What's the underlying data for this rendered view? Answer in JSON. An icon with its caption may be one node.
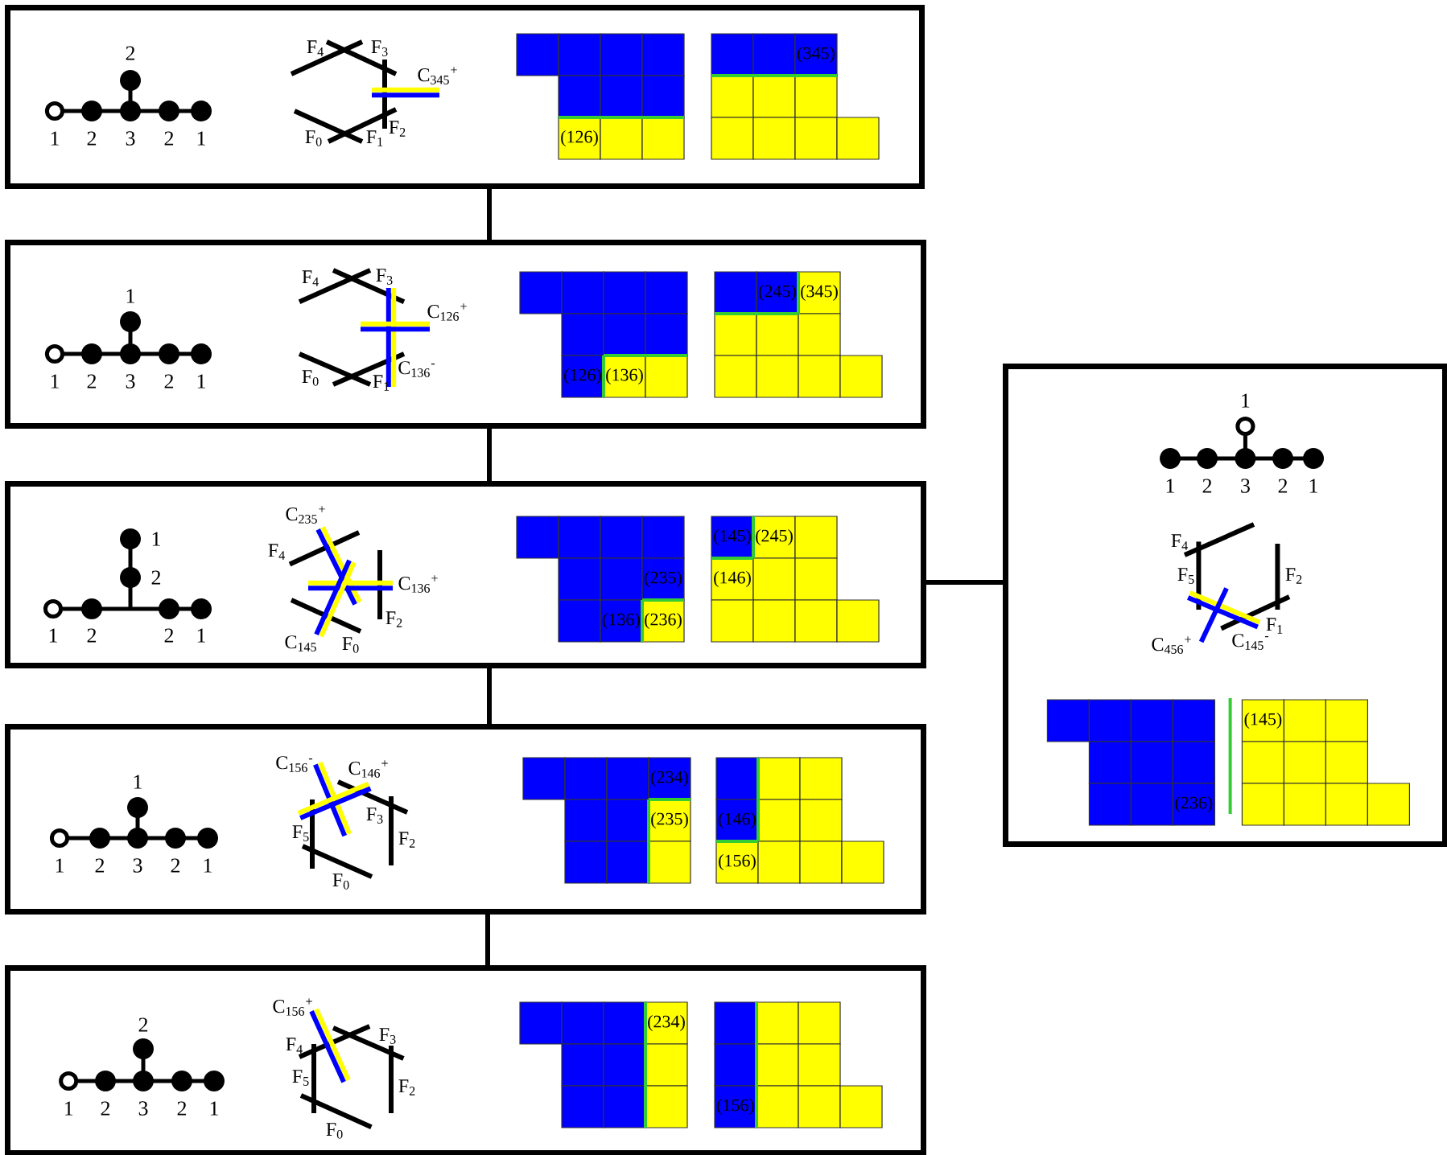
{
  "diagram": {
    "nodes": [
      {
        "text": [
          "2",
          "1",
          "2",
          "3",
          "2",
          "1",
          "F$_{4}$",
          "F$_{3}$",
          "C$_{345}$$^{+}$",
          "F$_{2}$",
          "F$_{0}$",
          "F$_{1}$",
          "(126)",
          "(345)"
        ]
      },
      {
        "text": [
          "1",
          "1",
          "2",
          "3",
          "2",
          "1",
          "F$_{4}$",
          "F$_{3}$",
          "C$_{126}$$^{+}$",
          "C$_{136}$$^{-}$",
          "F$_{0}$",
          "F$_{1}$",
          "(126)",
          "(136)",
          "(245)",
          "(345)"
        ]
      },
      {
        "text": [
          "1",
          "2",
          "1",
          "2",
          "2",
          "1",
          "C$_{235}$$^{+}$",
          "F$_{4}$",
          "C$_{136}$$^{+}$",
          "F$_{2}$",
          "C$_{145}$",
          "F$_{0}$",
          "(235)",
          "(136)",
          "(236)",
          "(145)",
          "(245)",
          "(146)"
        ]
      },
      {
        "text": [
          "1",
          "1",
          "2",
          "3",
          "2",
          "1",
          "C$_{156}$$^{-}$",
          "C$_{146}$$^{+}$",
          "F$_{3}$",
          "F$_{5}$",
          "F$_{2}$",
          "F$_{0}$",
          "(234)",
          "(235)",
          "(146)",
          "(156)"
        ]
      },
      {
        "text": [
          "2",
          "1",
          "2",
          "3",
          "2",
          "1",
          "C$_{156}$$^{+}$",
          "F$_{3}$",
          "F$_{4}$",
          "F$_{5}$",
          "F$_{2}$",
          "F$_{0}$",
          "(234)",
          "(156)"
        ]
      },
      {
        "text": [
          "1",
          "1",
          "2",
          "3",
          "2",
          "1",
          "F$_{4}$",
          "F$_{5}$",
          "F$_{2}$",
          "F$_{1}$",
          "C$_{456}$$^{+}$",
          "C$_{145}$$^{-}$",
          "(236)",
          "(145)"
        ]
      }
    ],
    "edges": [
      {
        "from": 0,
        "to": 1,
        "arrow": "none"
      },
      {
        "from": 1,
        "to": 2,
        "arrow": "none"
      },
      {
        "from": 2,
        "to": 3,
        "arrow": "none"
      },
      {
        "from": 3,
        "to": 4,
        "arrow": "none"
      },
      {
        "from": 2,
        "to": 5,
        "arrow": "none"
      }
    ]
  }
}
